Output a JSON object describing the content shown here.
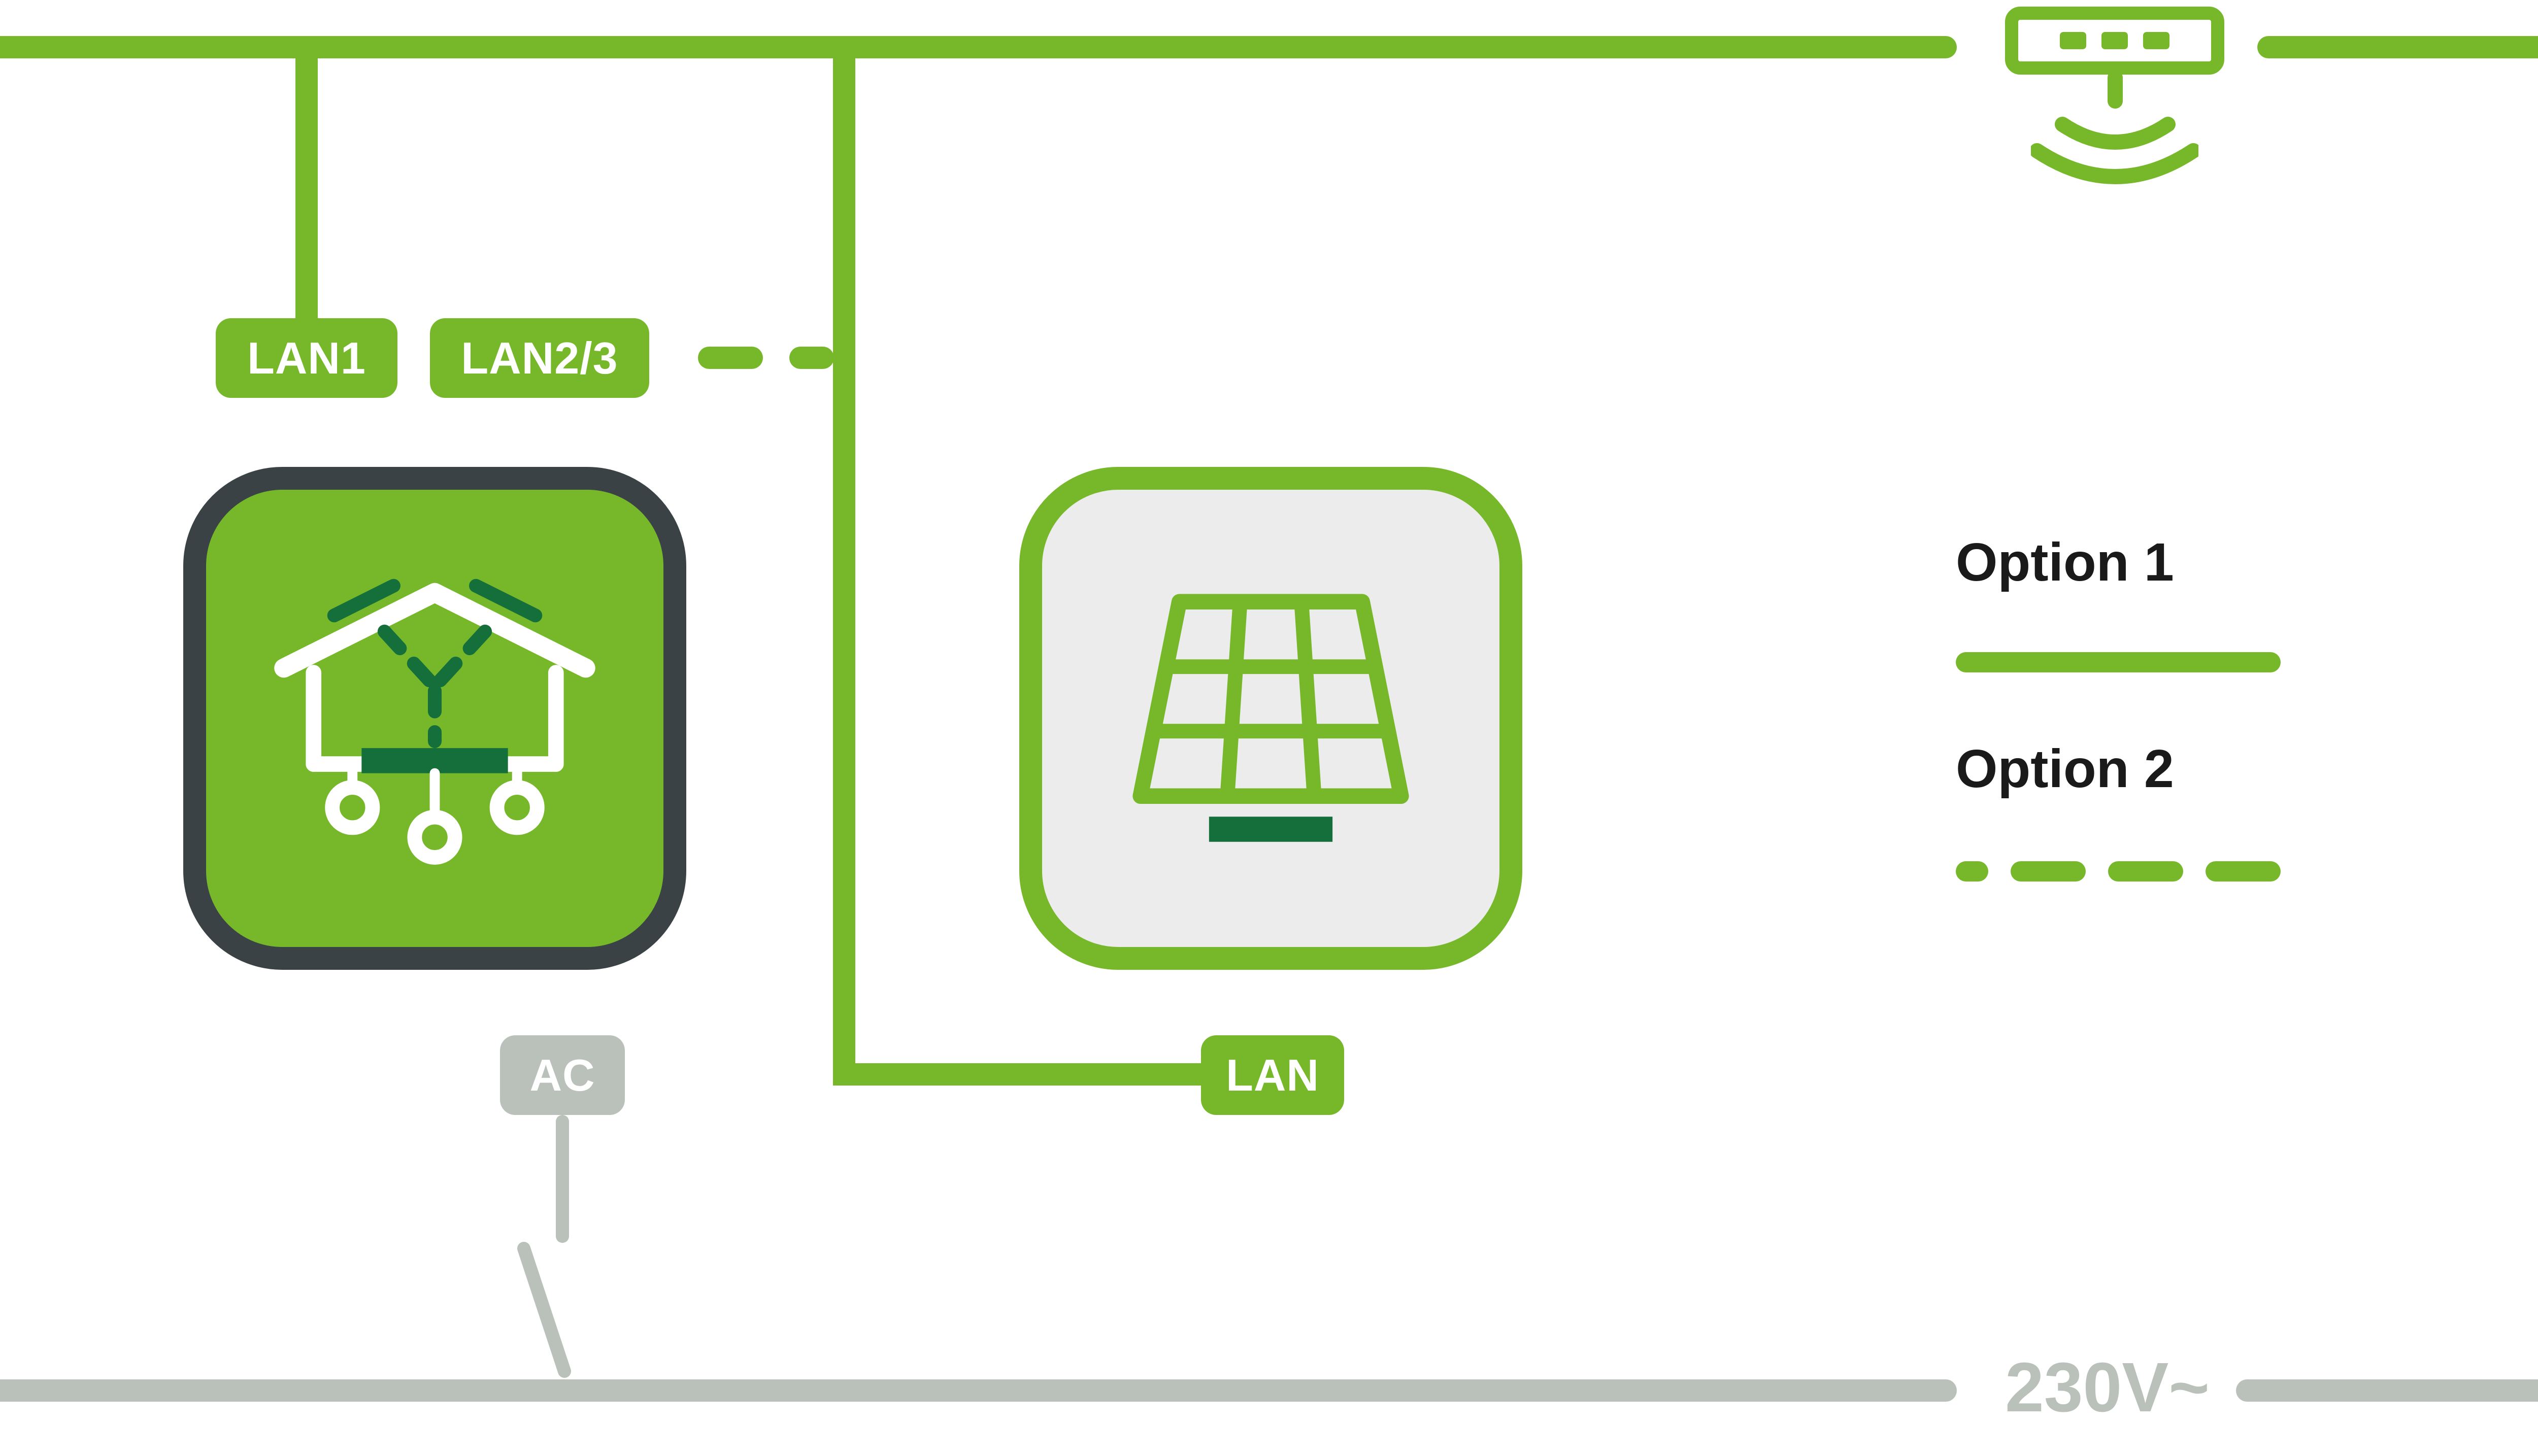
{
  "colors": {
    "green": "#76b82a",
    "dark_green": "#156f3b",
    "charcoal": "#3a4245",
    "tile_gray": "#ececec",
    "gray": "#b9c1ba",
    "white": "#ffffff",
    "text": "#1a1a1a"
  },
  "network": {
    "lan1_label": "LAN1",
    "lan23_label": "LAN2/3",
    "lan_label": "LAN"
  },
  "power": {
    "ac_label": "AC",
    "voltage_label": "230V~"
  },
  "legend": {
    "option1_label": "Option 1",
    "option2_label": "Option 2"
  },
  "icons": {
    "router": "router-access-point-icon",
    "wifi": "wireless-signal-icon",
    "energy_manager": "home-energy-network-icon",
    "solar_panel": "solar-panel-icon",
    "switch": "open-switch-icon"
  }
}
